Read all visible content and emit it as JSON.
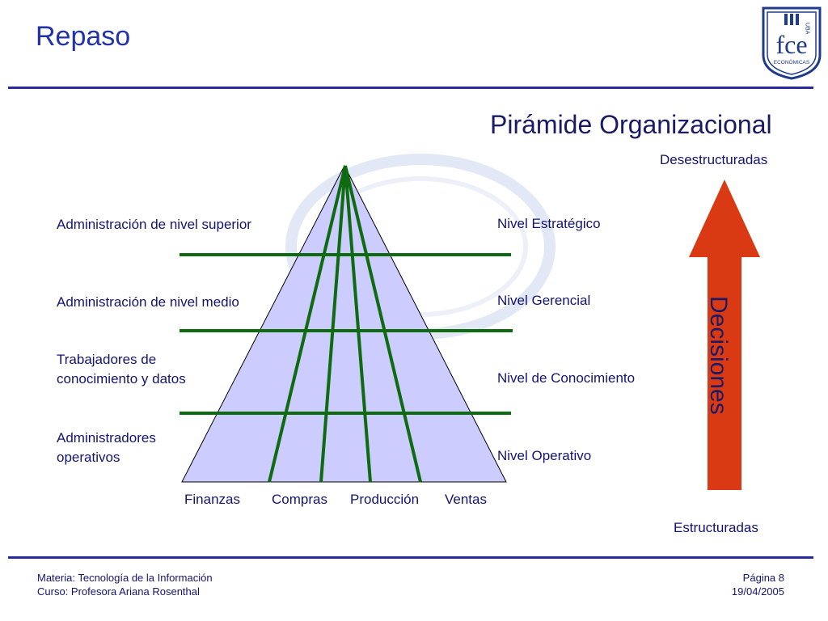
{
  "slide": {
    "title": "Repaso",
    "subtitle": "Pirámide Organizacional"
  },
  "pyramid": {
    "left_labels": [
      "Administración de nivel superior",
      "Administración de nivel medio",
      "Trabajadores de conocimiento y datos",
      "Administradores operativos"
    ],
    "right_labels": [
      "Nivel Estratégico",
      "Nivel Gerencial",
      "Nivel de Conocimiento",
      "Nivel Operativo"
    ],
    "bottom_labels": [
      "Finanzas",
      "Compras",
      "Producción",
      "Ventas"
    ],
    "colors": {
      "fill": "#ccccff",
      "lines": "#0f6b0f",
      "outline": "#000000"
    }
  },
  "arrow": {
    "label": "Decisiones",
    "top_label": "Desestructuradas",
    "bottom_label": "Estructuradas",
    "color": "#d93a14"
  },
  "logo": {
    "top_text": "UBA",
    "main_text": "fce",
    "bottom_text": "ECONÓMICAS",
    "color": "#1f3c8c"
  },
  "footer": {
    "materia": "Materia: Tecnología de la Información",
    "curso": "Curso: Profesora Ariana Rosenthal",
    "pagina": "Página 8",
    "fecha": "19/04/2005"
  }
}
